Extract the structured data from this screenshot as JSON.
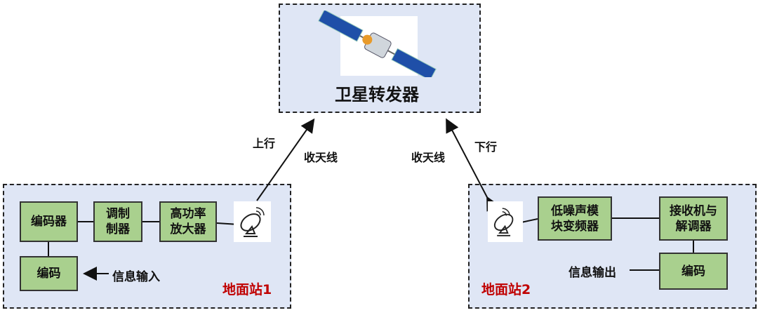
{
  "satellite": {
    "title": "卫星转发器",
    "icon": "satellite-icon"
  },
  "links": {
    "uplink": "上行",
    "uplink_antenna": "收天线",
    "downlink": "下行",
    "downlink_antenna": "收天线"
  },
  "station1": {
    "label": "地面站1",
    "encoder": "编码器",
    "modulator": "调制制器",
    "amplifier": "高功率放大器",
    "coding": "编码",
    "input": "信息输入"
  },
  "station2": {
    "label": "地面站2",
    "lnb": "低噪声模块变频器",
    "receiver": "接收机与解调器",
    "coding": "编码",
    "output": "信息输出"
  },
  "colors": {
    "block": "#a9d08e",
    "region": "#dfe6f5",
    "label": "#c00000"
  }
}
